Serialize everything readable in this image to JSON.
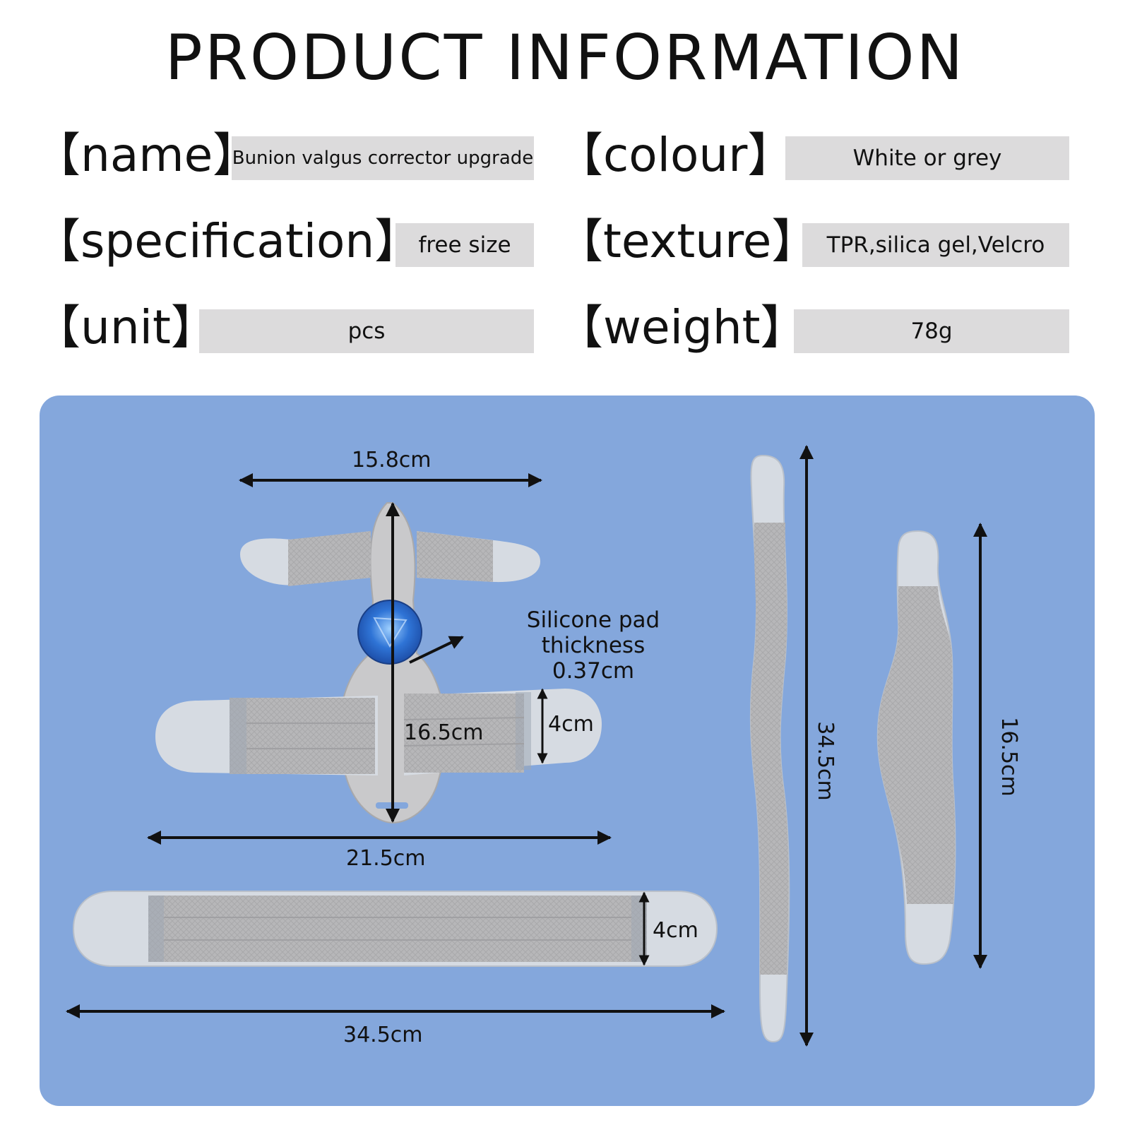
{
  "title": "PRODUCT INFORMATION",
  "specs": {
    "name": {
      "label": "【name】",
      "value": "Bunion valgus corrector upgrade"
    },
    "colour": {
      "label": "【colour】",
      "value": "White or grey"
    },
    "specification": {
      "label": "【specification】",
      "value": "free size"
    },
    "texture": {
      "label": "【texture】",
      "value": "TPR,silica gel,Velcro"
    },
    "unit": {
      "label": "【unit】",
      "value": "pcs"
    },
    "weight": {
      "label": "【weight】",
      "value": "78g"
    }
  },
  "diagram": {
    "top_width": "15.8cm",
    "center_length": "16.5cm",
    "strap_width_main": "4cm",
    "bottom_width": "21.5cm",
    "pad_note_line1": "Silicone pad thickness",
    "pad_note_line2": "0.37cm",
    "long_strap_width": "4cm",
    "long_strap_length": "34.5cm",
    "vertical_strap_length": "34.5cm",
    "curved_strap_length": "16.5cm"
  },
  "colors": {
    "panel": "#84a7dc",
    "value_box": "#dcdbdc",
    "strap": "#b9b9bb",
    "tab": "#d7dce3",
    "pad": "#2f74d6"
  }
}
